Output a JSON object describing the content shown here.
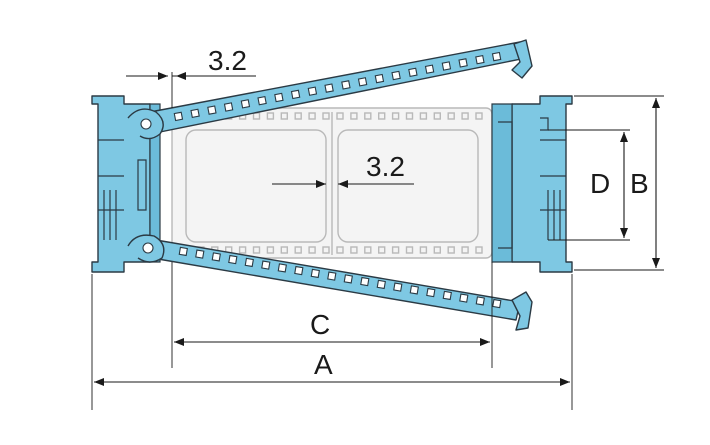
{
  "diagram": {
    "labels": {
      "dim_top": "3.2",
      "dim_center": "3.2",
      "dim_d": "D",
      "dim_b": "B",
      "dim_c": "C",
      "dim_a": "A"
    },
    "colors": {
      "part_fill": "#7ec8e3",
      "outline": "#2b3a44",
      "ghost": "#b9b9b9",
      "dimension": "#1a1a1a"
    }
  }
}
